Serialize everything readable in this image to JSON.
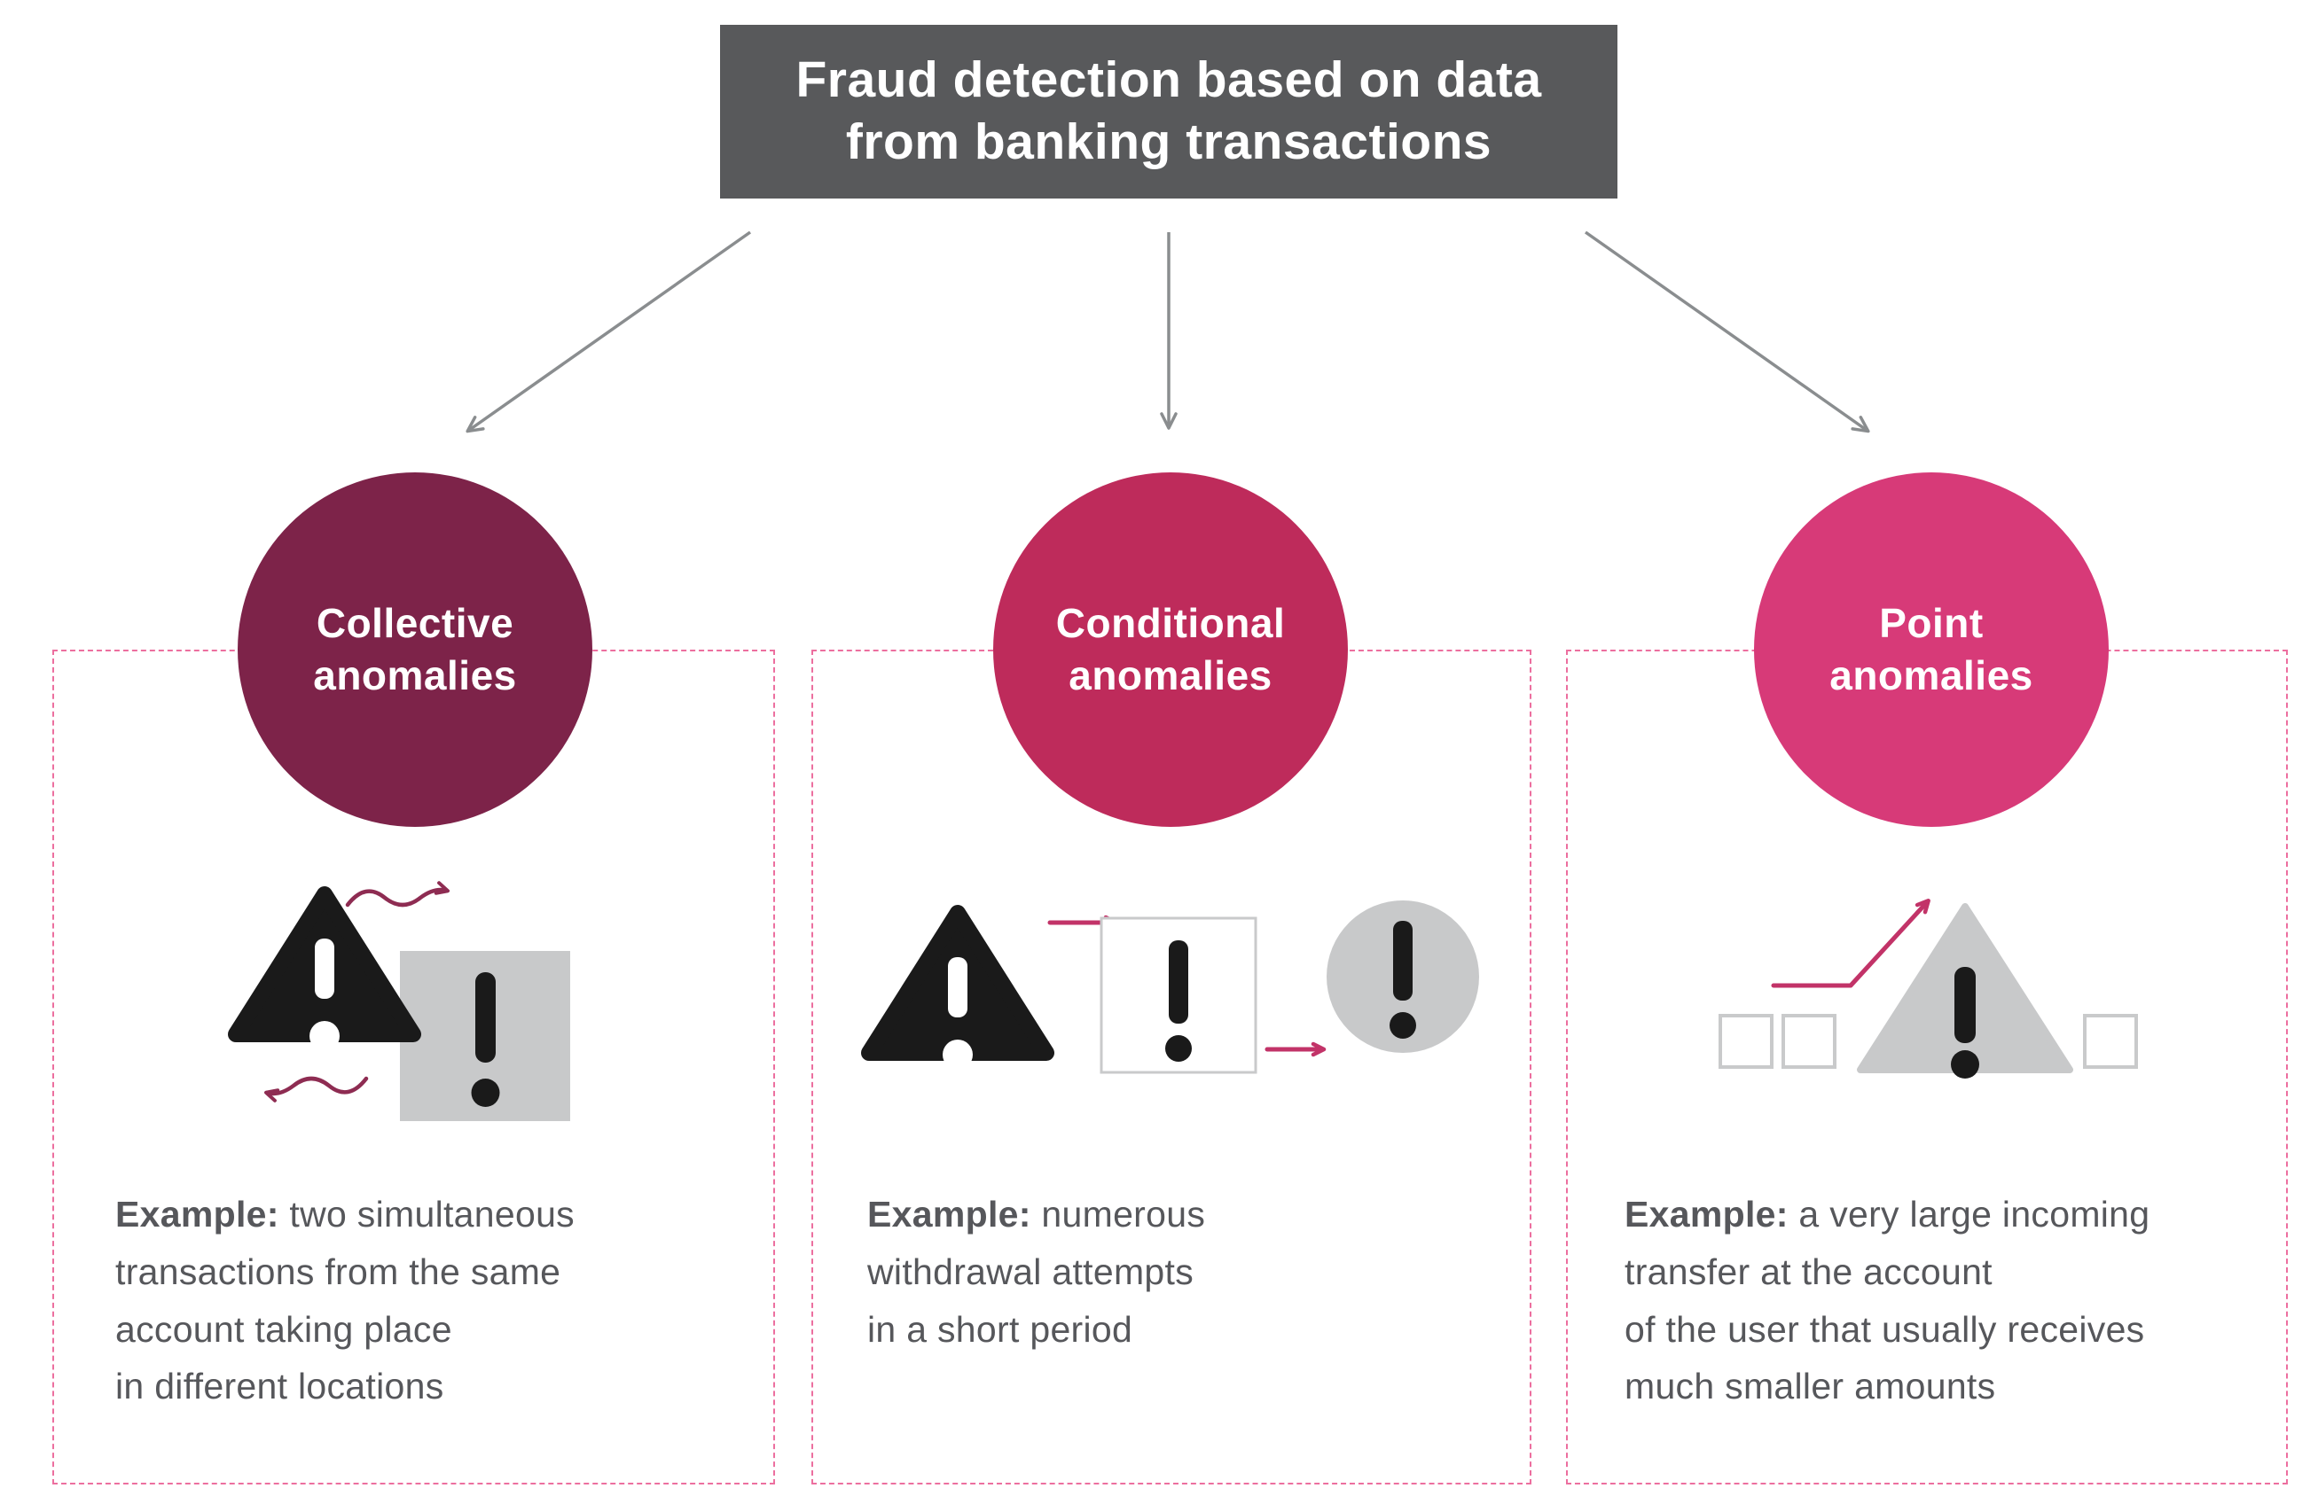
{
  "header": {
    "title": "Fraud detection based on data\nfrom banking transactions",
    "bg_color": "#58595B",
    "text_color": "#FFFFFF"
  },
  "palette": {
    "connector_arrow": "#8A8D8F",
    "dark_icon": "#1A1A1A",
    "light_gray_icon": "#C8C9CA",
    "wavy_arrow": "#8E2C52",
    "pink_arrow": "#C23368",
    "dashed_border": "#EC6F9F",
    "body_text": "#56575B"
  },
  "categories": [
    {
      "label": "Collective\nanomalies",
      "circle_color": "#7D2349",
      "icons": [
        "warning-triangle-icon",
        "gray-square-exclamation-icon",
        "wavy-arrow-right-icon",
        "wavy-arrow-left-icon"
      ],
      "example_label": "Example:",
      "example_text": "two simultaneous\ntransactions from the same\naccount taking place\nin different locations"
    },
    {
      "label": "Conditional\nanomalies",
      "circle_color": "#BE2B5B",
      "icons": [
        "warning-triangle-icon",
        "arrow-right-icon",
        "outlined-square-exclamation-icon",
        "arrow-right-icon",
        "gray-circle-exclamation-icon"
      ],
      "example_label": "Example:",
      "example_text": "numerous\nwithdrawal attempts\nin a short period"
    },
    {
      "label": "Point\nanomalies",
      "circle_color": "#D73A78",
      "icons": [
        "small-square-icon",
        "small-square-icon",
        "bent-arrow-up-icon",
        "gray-triangle-exclamation-icon",
        "small-square-icon"
      ],
      "example_label": "Example:",
      "example_text": "a very large incoming\ntransfer at the account\nof the user that usually receives\nmuch smaller amounts"
    }
  ]
}
